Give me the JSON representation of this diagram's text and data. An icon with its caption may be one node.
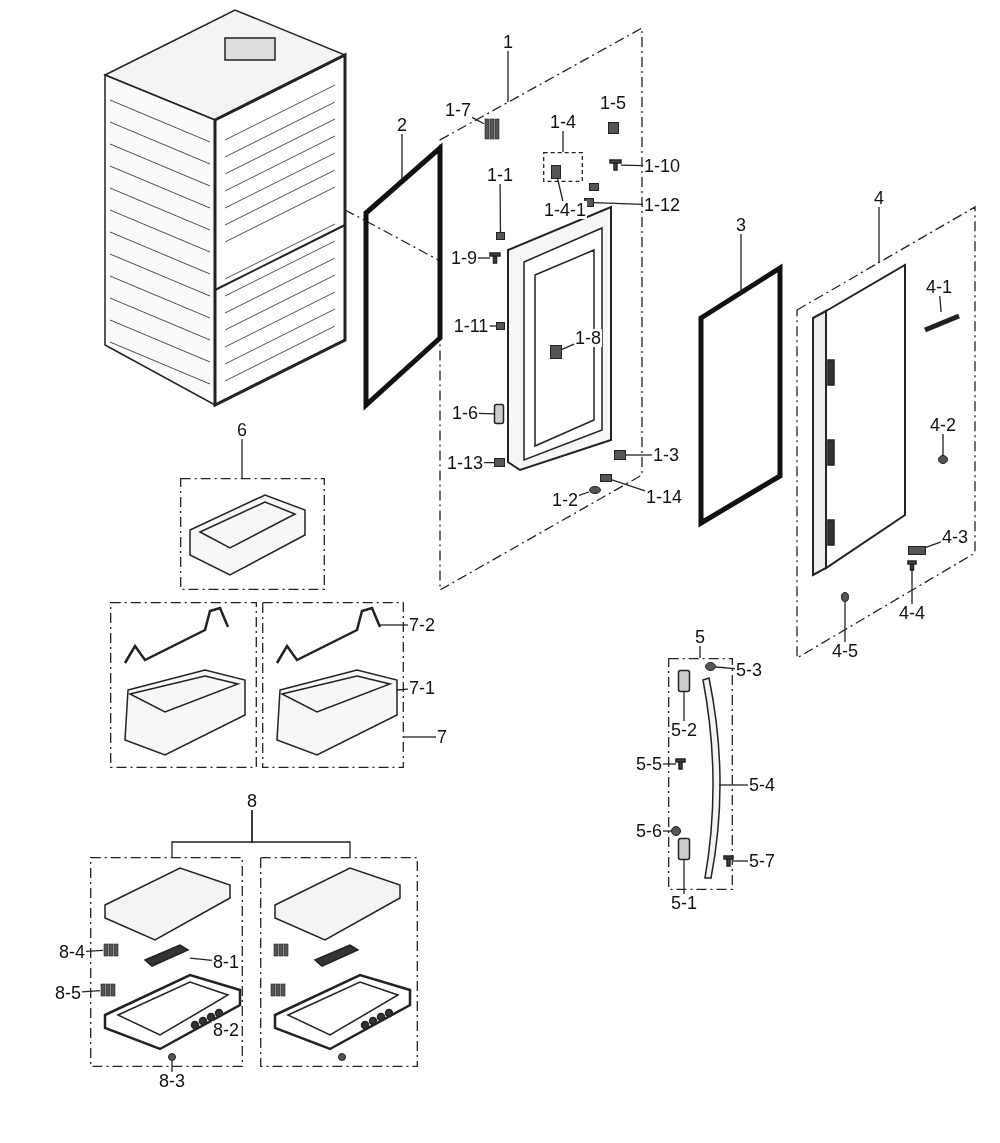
{
  "diagram": {
    "nodes": [
      {
        "text": [],
        "shape": "box"
      },
      {
        "text": [],
        "shape": "box",
        "in": 0
      },
      {
        "text": [],
        "shape": "box"
      },
      {
        "text": [],
        "shape": "box"
      },
      {
        "text": [],
        "shape": "box"
      },
      {
        "text": [],
        "shape": "box"
      },
      {
        "text": [],
        "shape": "box"
      },
      {
        "text": [],
        "shape": "box"
      },
      {
        "text": [],
        "shape": "box"
      },
      {
        "text": [
          "1"
        ]
      },
      {
        "text": [
          "1-7"
        ]
      },
      {
        "text": [
          "1-4"
        ],
        "in": 0
      },
      {
        "text": [
          "1-10"
        ]
      },
      {
        "text": [
          "2"
        ]
      },
      {
        "text": [
          "1-1"
        ],
        "in": 0
      },
      {
        "text": [
          "1-4-1"
        ],
        "in": 0
      },
      {
        "text": [
          "1-12"
        ]
      },
      {
        "text": [
          "4"
        ]
      },
      {
        "text": [
          "3"
        ]
      },
      {
        "text": [
          "1-9"
        ],
        "in": 0
      },
      {
        "text": [
          "4-1"
        ],
        "in": 2
      },
      {
        "text": [
          "1-11"
        ],
        "in": 0
      },
      {
        "text": [
          "1-8"
        ],
        "in": 53
      },
      {
        "text": [
          "1-6"
        ],
        "in": 0
      },
      {
        "text": [
          "4-2"
        ],
        "in": 2
      },
      {
        "text": [
          "6"
        ]
      },
      {
        "text": [
          "1-13"
        ],
        "in": 0
      },
      {
        "text": [
          "1-3"
        ]
      },
      {
        "text": [
          "1-2"
        ],
        "in": 0
      },
      {
        "text": [
          "1-14"
        ]
      },
      {
        "text": [
          "4-3"
        ],
        "in": 2
      },
      {
        "text": [
          "7-2"
        ]
      },
      {
        "text": [
          "4-4"
        ]
      },
      {
        "text": [
          "5"
        ]
      },
      {
        "text": [
          "4-5"
        ]
      },
      {
        "text": [
          "5-3"
        ]
      },
      {
        "text": [
          "7-1"
        ]
      },
      {
        "text": [
          "5-2"
        ],
        "in": 3
      },
      {
        "text": [
          "7"
        ]
      },
      {
        "text": [
          "5-5"
        ]
      },
      {
        "text": [
          "5-4"
        ]
      },
      {
        "text": [
          "5-6"
        ]
      },
      {
        "text": [
          "5-7"
        ]
      },
      {
        "text": [
          "5-1"
        ]
      },
      {
        "text": [
          "8"
        ]
      },
      {
        "text": [
          "8-4"
        ]
      },
      {
        "text": [
          "8-1"
        ],
        "in": 7
      },
      {
        "text": [
          "8-5"
        ]
      },
      {
        "text": [
          "8-2"
        ],
        "in": 7
      },
      {
        "text": [
          "8-3"
        ]
      },
      {
        "text": [],
        "shape": "picture"
      },
      {
        "text": [],
        "shape": "box"
      },
      {
        "text": [],
        "shape": "box"
      },
      {
        "text": [],
        "shape": "picture",
        "in": 0
      },
      {
        "text": [],
        "shape": "picture",
        "in": 2
      },
      {
        "text": [],
        "shape": "picture",
        "in": 3
      },
      {
        "text": [],
        "shape": "picture",
        "in": 4
      },
      {
        "text": [],
        "shape": "picture",
        "in": 5
      },
      {
        "text": [],
        "shape": "picture",
        "in": 5
      },
      {
        "text": [],
        "shape": "picture",
        "in": 6
      },
      {
        "text": [],
        "shape": "picture",
        "in": 6
      },
      {
        "text": [],
        "shape": "picture",
        "in": 0
      },
      {
        "text": [],
        "shape": "box",
        "in": 1
      },
      {
        "text": [],
        "shape": "picture",
        "in": 0
      },
      {
        "text": [],
        "shape": "box",
        "in": 0
      },
      {
        "text": [],
        "shape": "box",
        "in": 0
      },
      {
        "text": [],
        "shape": "picture",
        "in": 0
      },
      {
        "text": [],
        "shape": "box",
        "in": 0
      },
      {
        "text": [],
        "shape": "box",
        "in": 53
      },
      {
        "text": [],
        "shape": "box",
        "in": 0
      },
      {
        "text": [],
        "shape": "box",
        "in": 0
      },
      {
        "text": [],
        "shape": "box",
        "in": 0
      },
      {
        "text": [],
        "shape": "box",
        "in": 0
      },
      {
        "text": [],
        "shape": "circle",
        "in": 0
      },
      {
        "text": [],
        "shape": "picture",
        "in": 2
      },
      {
        "text": [],
        "shape": "circle",
        "in": 2
      },
      {
        "text": [],
        "shape": "box",
        "in": 2
      },
      {
        "text": [],
        "shape": "picture",
        "in": 2
      },
      {
        "text": [],
        "shape": "circle",
        "in": 2
      },
      {
        "text": [],
        "shape": "circle",
        "in": 3
      },
      {
        "text": [],
        "shape": "box",
        "in": 3
      },
      {
        "text": [],
        "shape": "picture",
        "in": 3
      },
      {
        "text": [],
        "shape": "circle",
        "in": 3
      },
      {
        "text": [],
        "shape": "picture",
        "in": 3
      },
      {
        "text": [],
        "shape": "box",
        "in": 3
      },
      {
        "text": [],
        "shape": "picture",
        "in": 7
      },
      {
        "text": [],
        "shape": "picture",
        "in": 7
      },
      {
        "text": [],
        "shape": "picture",
        "in": 7
      },
      {
        "text": [],
        "shape": "picture",
        "in": 7
      },
      {
        "text": [],
        "shape": "picture",
        "in": 7
      },
      {
        "text": [],
        "shape": "picture",
        "in": 89
      },
      {
        "text": [],
        "shape": "circle",
        "in": 7
      },
      {
        "text": [],
        "shape": "picture",
        "in": 8
      },
      {
        "text": [],
        "shape": "picture",
        "in": 8
      },
      {
        "text": [],
        "shape": "picture",
        "in": 8
      },
      {
        "text": [],
        "shape": "picture",
        "in": 8
      },
      {
        "text": [],
        "shape": "picture",
        "in": 8
      },
      {
        "text": [],
        "shape": "picture",
        "in": 96
      },
      {
        "text": [],
        "shape": "circle",
        "in": 8
      },
      {
        "text": [],
        "shape": "box",
        "in": 0
      },
      {
        "text": [],
        "shape": "box",
        "in": 0
      }
    ],
    "edges": [
      {
        "from": 9,
        "to": 0,
        "arrow": "none"
      },
      {
        "from": 10,
        "to": 61,
        "arrow": "none"
      },
      {
        "from": 11,
        "to": 1,
        "arrow": "none"
      },
      {
        "from": 12,
        "to": 63,
        "arrow": "none"
      },
      {
        "from": 13,
        "to": 51,
        "arrow": "none"
      },
      {
        "from": 14,
        "to": 64,
        "arrow": "none"
      },
      {
        "from": 15,
        "to": 62,
        "arrow": "none"
      },
      {
        "from": 16,
        "to": 65,
        "arrow": "none"
      },
      {
        "from": 17,
        "to": 2,
        "arrow": "none"
      },
      {
        "from": 18,
        "to": 52,
        "arrow": "none"
      },
      {
        "from": 19,
        "to": 66,
        "arrow": "none"
      },
      {
        "from": 20,
        "to": 74,
        "arrow": "none"
      },
      {
        "from": 21,
        "to": 67,
        "arrow": "none"
      },
      {
        "from": 22,
        "to": 68,
        "arrow": "none"
      },
      {
        "from": 23,
        "to": 69,
        "arrow": "none"
      },
      {
        "from": 24,
        "to": 75,
        "arrow": "none"
      },
      {
        "from": 25,
        "to": 4,
        "arrow": "none"
      },
      {
        "from": 26,
        "to": 70,
        "arrow": "none"
      },
      {
        "from": 27,
        "to": 71,
        "arrow": "none"
      },
      {
        "from": 28,
        "to": 73,
        "arrow": "none"
      },
      {
        "from": 29,
        "to": 72,
        "arrow": "none"
      },
      {
        "from": 30,
        "to": 76,
        "arrow": "none"
      },
      {
        "from": 31,
        "to": 59,
        "arrow": "none"
      },
      {
        "from": 32,
        "to": 77,
        "arrow": "none"
      },
      {
        "from": 33,
        "to": 3,
        "arrow": "none"
      },
      {
        "from": 34,
        "to": 78,
        "arrow": "none"
      },
      {
        "from": 35,
        "to": 79,
        "arrow": "none"
      },
      {
        "from": 36,
        "to": 60,
        "arrow": "none"
      },
      {
        "from": 37,
        "to": 80,
        "arrow": "none"
      },
      {
        "from": 38,
        "to": 6,
        "arrow": "none"
      },
      {
        "from": 39,
        "to": 81,
        "arrow": "none"
      },
      {
        "from": 40,
        "to": 55,
        "arrow": "none"
      },
      {
        "from": 41,
        "to": 82,
        "arrow": "none"
      },
      {
        "from": 42,
        "to": 83,
        "arrow": "none"
      },
      {
        "from": 43,
        "to": 84,
        "arrow": "none"
      },
      {
        "from": 44,
        "to": 7,
        "arrow": "none"
      },
      {
        "from": 44,
        "to": 8,
        "arrow": "none"
      },
      {
        "from": 45,
        "to": 87,
        "arrow": "none"
      },
      {
        "from": 46,
        "to": 86,
        "arrow": "none"
      },
      {
        "from": 47,
        "to": 88,
        "arrow": "none"
      },
      {
        "from": 48,
        "to": 90,
        "arrow": "none"
      },
      {
        "from": 49,
        "to": 91,
        "arrow": "none"
      },
      {
        "from": 50,
        "to": 51,
        "arrow": "none",
        "style": "dashed"
      }
    ],
    "labels": [
      "1-5"
    ]
  }
}
